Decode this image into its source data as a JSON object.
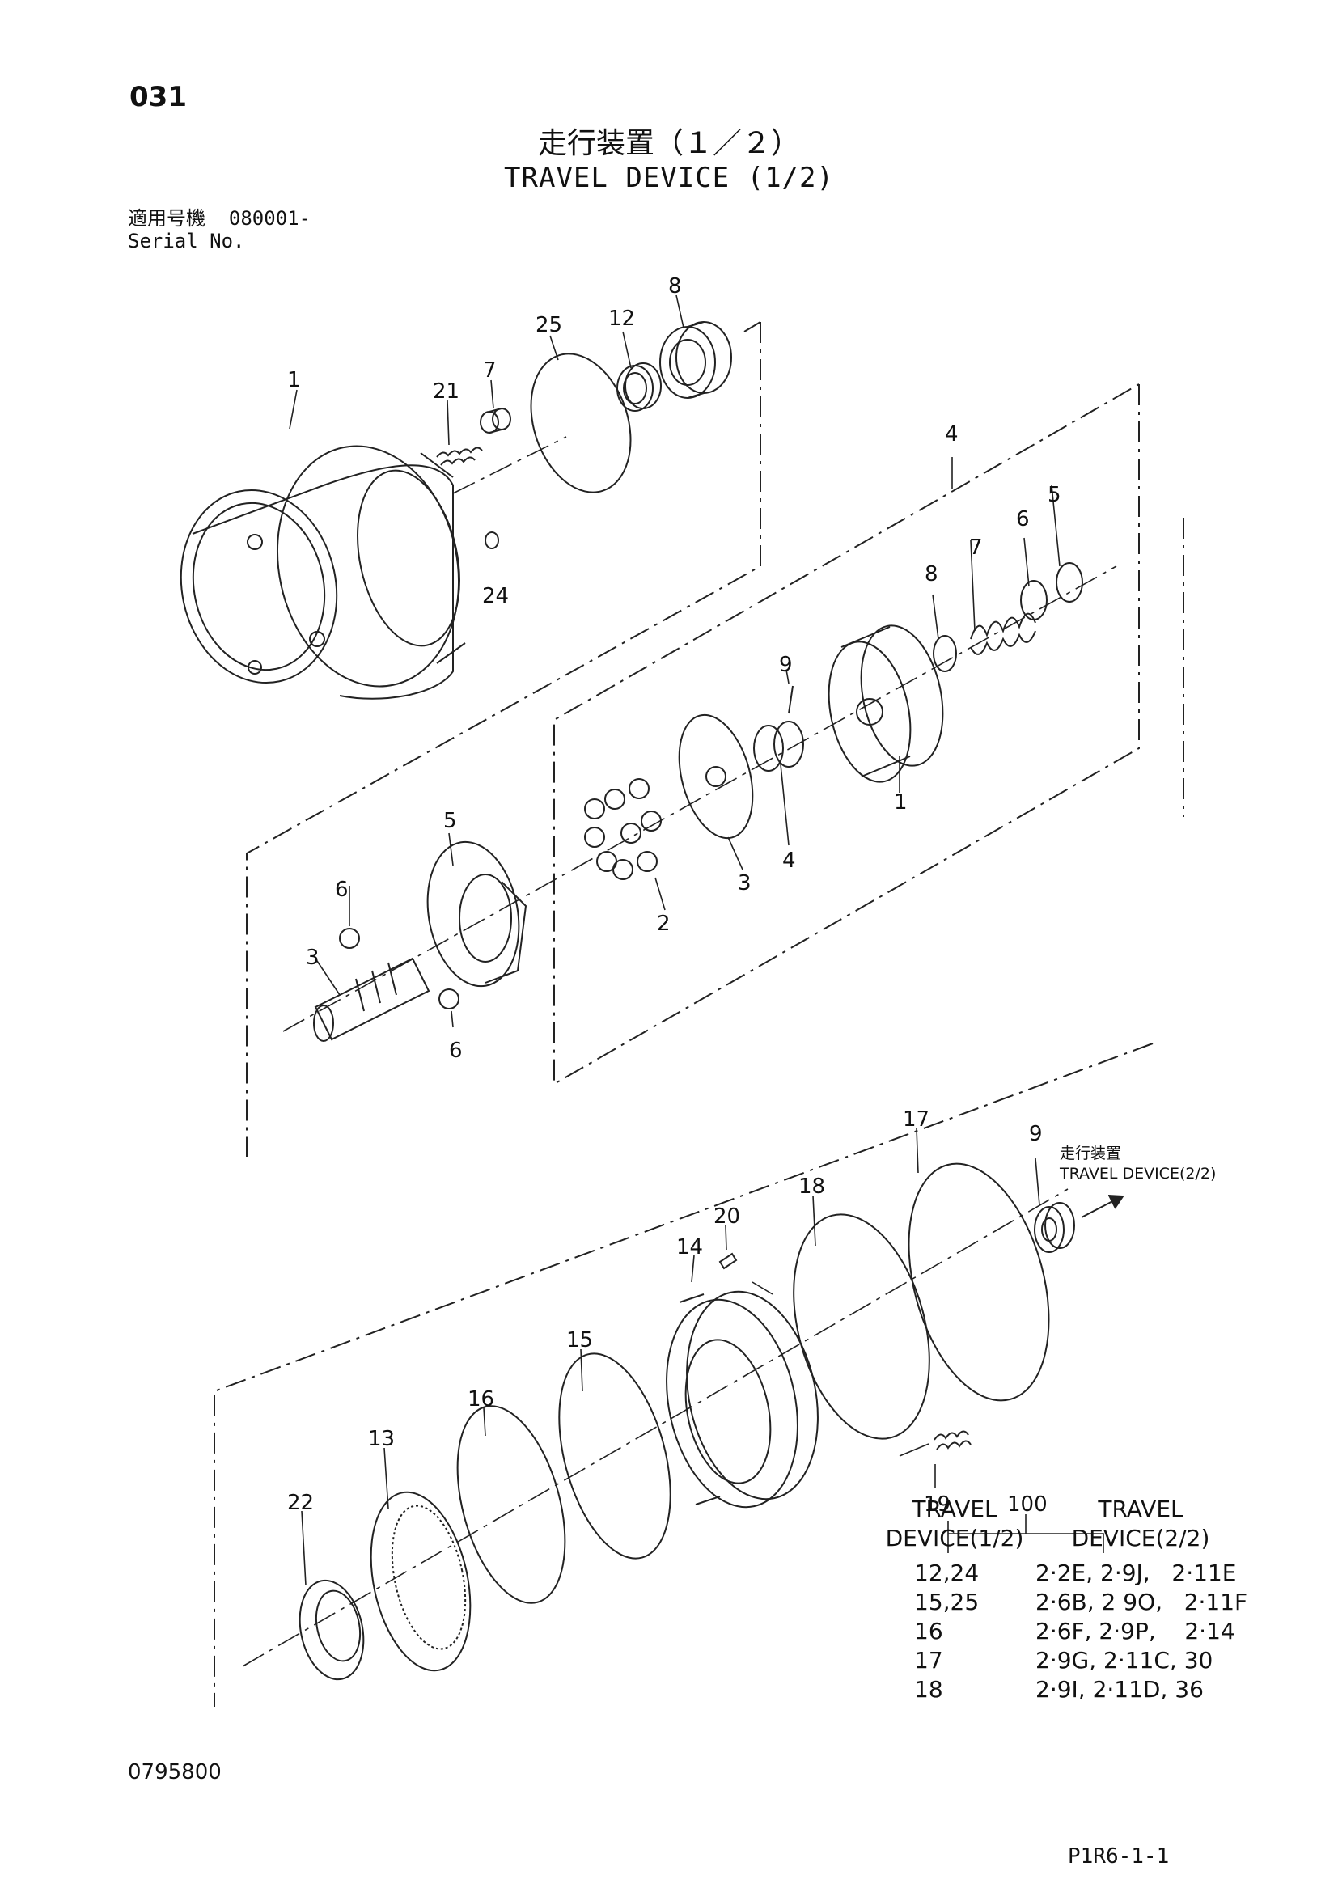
{
  "page_number": "031",
  "title_ja": "走行装置（１／２）",
  "title_en": "TRAVEL DEVICE (1/2)",
  "serial": {
    "label_ja": "適用号機",
    "value": "080001-",
    "label_en": "Serial No."
  },
  "callouts": {
    "c1a": "1",
    "c21": "21",
    "c7a": "7",
    "c25": "25",
    "c12": "12",
    "c8a": "8",
    "c24": "24",
    "c4a": "4",
    "c5a": "5",
    "c6a": "6",
    "c7b": "7",
    "c8b": "8",
    "c9a": "9",
    "c1b": "1",
    "c4b": "4",
    "c3a": "3",
    "c2": "2",
    "c5b": "5",
    "c6b": "6",
    "c3b": "3",
    "c6c": "6",
    "c17": "17",
    "c9b": "9",
    "c18": "18",
    "c20": "20",
    "c14": "14",
    "c15": "15",
    "c16": "16",
    "c13": "13",
    "c22": "22",
    "c19": "19",
    "c100": "100"
  },
  "ref_note": {
    "ja": "走行装置",
    "en": "TRAVEL DEVICE(2/2)"
  },
  "ref_table": {
    "col1": [
      "TRAVEL",
      "DEVICE(1/2)"
    ],
    "col2": [
      "TRAVEL",
      "DEVICE(2/2)"
    ],
    "rows": [
      {
        "a": "12,24",
        "b": "2·2E, 2·9J,   2·11E"
      },
      {
        "a": "15,25",
        "b": "2·6B, 2 9O,   2·11F"
      },
      {
        "a": "16",
        "b": "2·6F, 2·9P,    2·14"
      },
      {
        "a": "17",
        "b": "2·9G, 2·11C, 30"
      },
      {
        "a": "18",
        "b": "2·9I, 2·11D, 36"
      }
    ]
  },
  "doc_code": "0795800",
  "figure_code": "P1R6-1-1"
}
